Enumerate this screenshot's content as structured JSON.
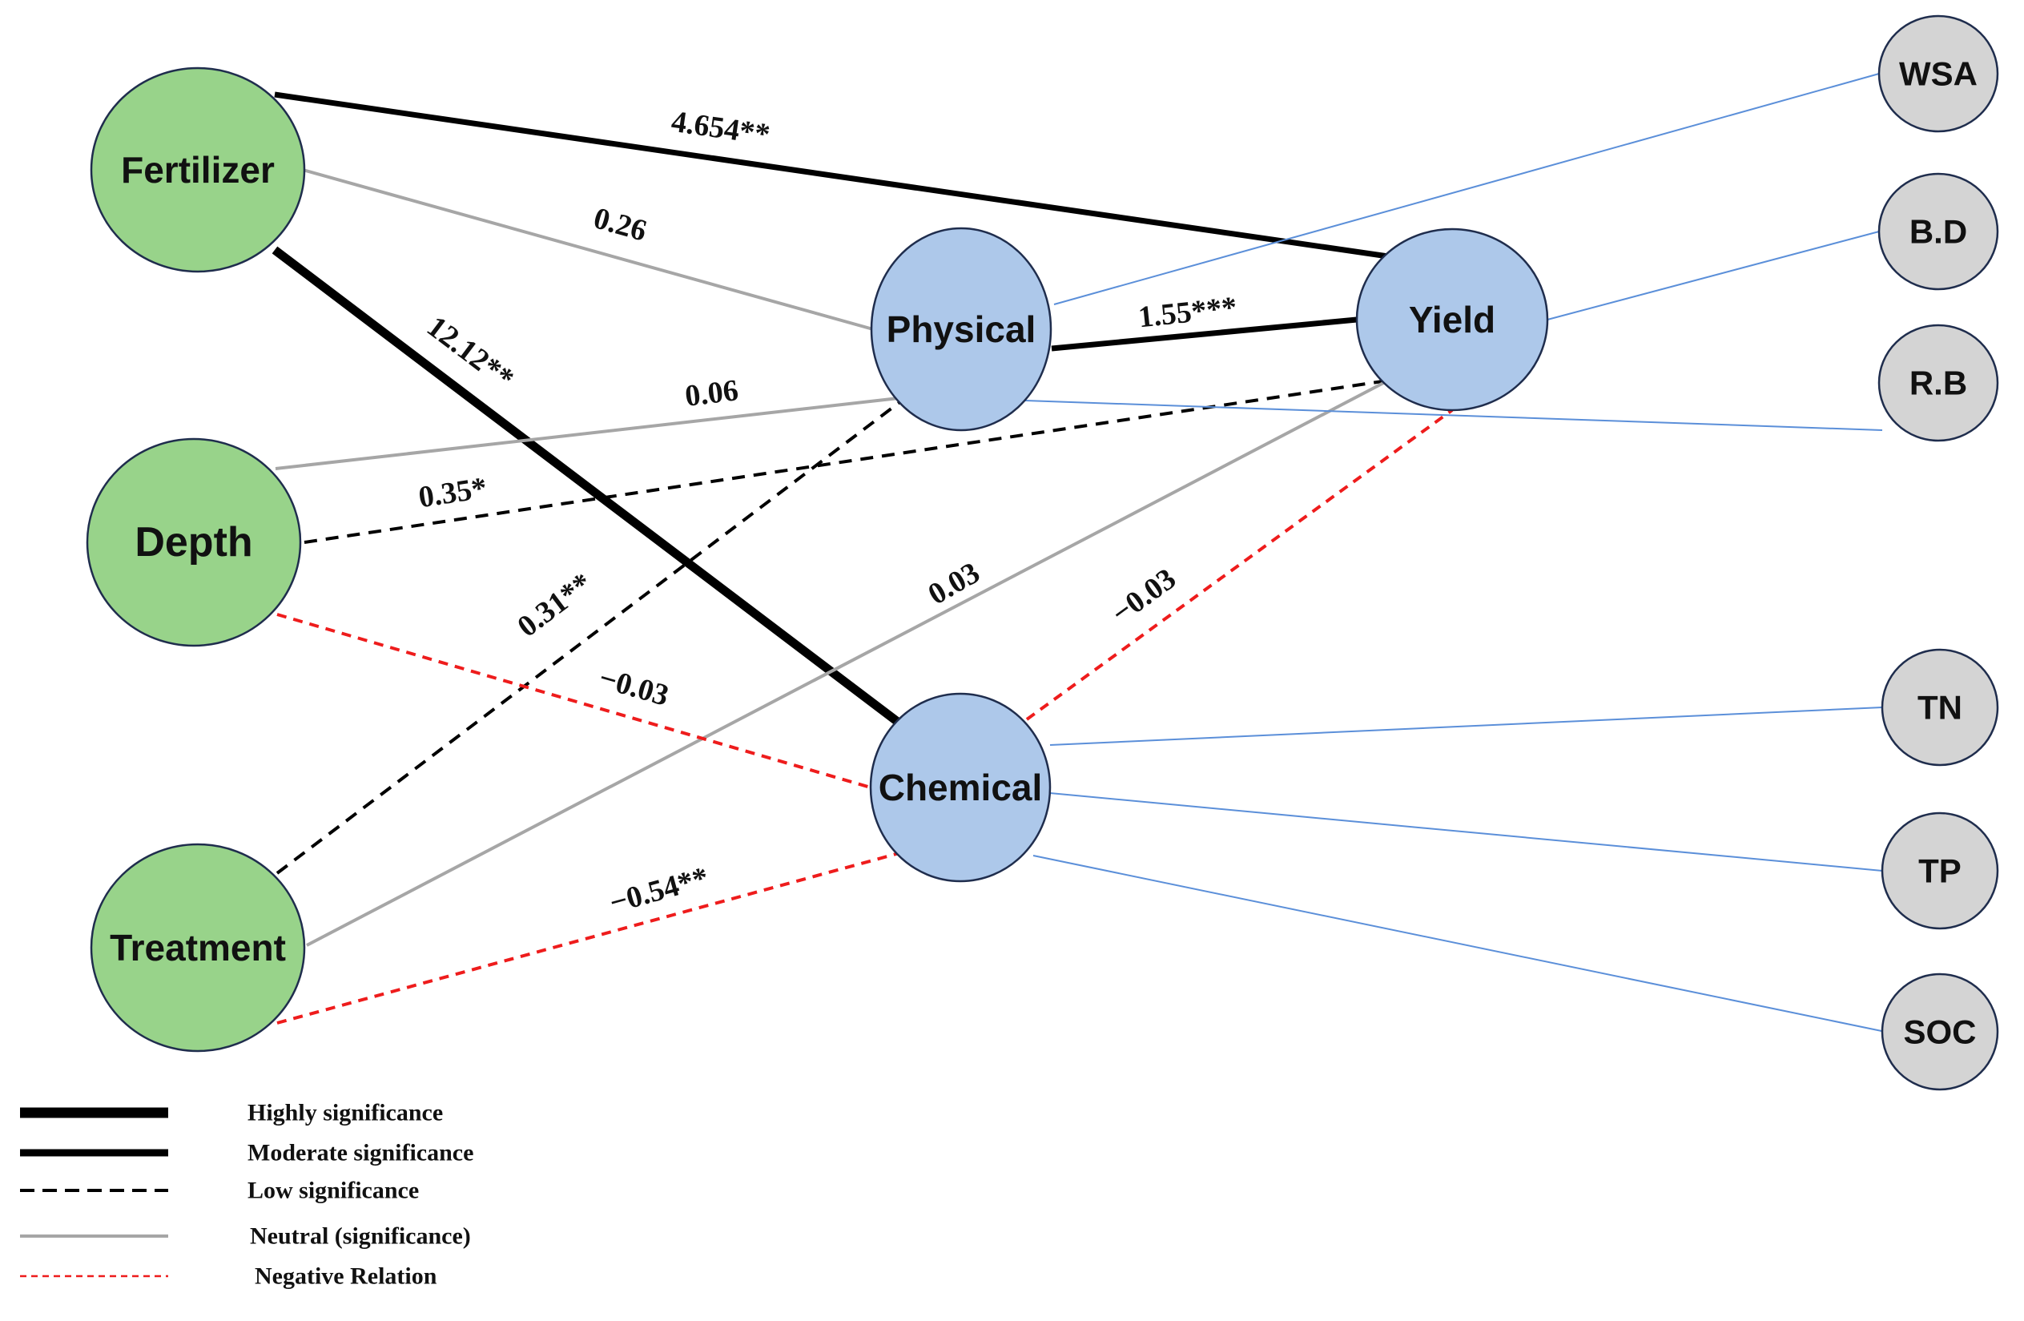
{
  "nodes": {
    "fertilizer": {
      "label": "Fertilizer",
      "group": "factor"
    },
    "depth": {
      "label": "Depth",
      "group": "factor"
    },
    "treatment": {
      "label": "Treatment",
      "group": "factor"
    },
    "physical": {
      "label": "Physical",
      "group": "latent"
    },
    "chemical": {
      "label": "Chemical",
      "group": "latent"
    },
    "yield": {
      "label": "Yield",
      "group": "latent"
    },
    "wsa": {
      "label": "WSA",
      "group": "indicator"
    },
    "bd": {
      "label": "B.D",
      "group": "indicator"
    },
    "rb": {
      "label": "R.B",
      "group": "indicator"
    },
    "tn": {
      "label": "TN",
      "group": "indicator"
    },
    "tp": {
      "label": "TP",
      "group": "indicator"
    },
    "soc": {
      "label": "SOC",
      "group": "indicator"
    }
  },
  "edges": [
    {
      "id": "fertilizer-yield",
      "from": "fertilizer",
      "to": "yield",
      "label": "4.654**",
      "type": "moderate"
    },
    {
      "id": "fertilizer-physical",
      "from": "fertilizer",
      "to": "physical",
      "label": "0.26",
      "type": "neutral"
    },
    {
      "id": "fertilizer-chemical",
      "from": "fertilizer",
      "to": "chemical",
      "label": "12.12**",
      "type": "high"
    },
    {
      "id": "physical-yield",
      "from": "physical",
      "to": "yield",
      "label": "1.55***",
      "type": "moderate"
    },
    {
      "id": "depth-physical",
      "from": "depth",
      "to": "physical",
      "label": "0.06",
      "type": "neutral"
    },
    {
      "id": "depth-yield",
      "from": "depth",
      "to": "yield",
      "label": "0.35*",
      "type": "low"
    },
    {
      "id": "treatment-physical",
      "from": "treatment",
      "to": "physical",
      "label": "0.31**",
      "type": "low"
    },
    {
      "id": "treatment-yield",
      "from": "treatment",
      "to": "yield",
      "label": "0.03",
      "type": "neutral"
    },
    {
      "id": "chemical-yield",
      "from": "chemical",
      "to": "yield",
      "label": "−0.03",
      "type": "negative"
    },
    {
      "id": "depth-chemical",
      "from": "depth",
      "to": "chemical",
      "label": "−0.03",
      "type": "negative"
    },
    {
      "id": "treatment-chemical",
      "from": "treatment",
      "to": "chemical",
      "label": "−0.54**",
      "type": "negative"
    },
    {
      "id": "physical-wsa",
      "from": "physical",
      "to": "wsa",
      "label": "",
      "type": "indicator"
    },
    {
      "id": "yield-bd",
      "from": "yield",
      "to": "bd",
      "label": "",
      "type": "indicator"
    },
    {
      "id": "physical-rb",
      "from": "physical",
      "to": "rb",
      "label": "",
      "type": "indicator"
    },
    {
      "id": "chemical-tn",
      "from": "chemical",
      "to": "tn",
      "label": "",
      "type": "indicator"
    },
    {
      "id": "chemical-tp",
      "from": "chemical",
      "to": "tp",
      "label": "",
      "type": "indicator"
    },
    {
      "id": "chemical-soc",
      "from": "chemical",
      "to": "soc",
      "label": "",
      "type": "indicator"
    }
  ],
  "legend": [
    {
      "type": "high",
      "label": "Highly significance"
    },
    {
      "type": "moderate",
      "label": "Moderate significance"
    },
    {
      "type": "low",
      "label": "Low significance"
    },
    {
      "type": "neutral",
      "label": "Neutral (significance)"
    },
    {
      "type": "negative",
      "label": "Negative Relation"
    }
  ],
  "colors": {
    "factor_fill": "#98d38a",
    "latent_fill": "#adc8ea",
    "indicator_fill": "#d4d4d4",
    "node_stroke": "#1f2d4d",
    "strong_line": "#000000",
    "neutral_line": "#a6a6a6",
    "negative_line": "#ee1c1c",
    "indicator_line": "#5b8fd9"
  }
}
